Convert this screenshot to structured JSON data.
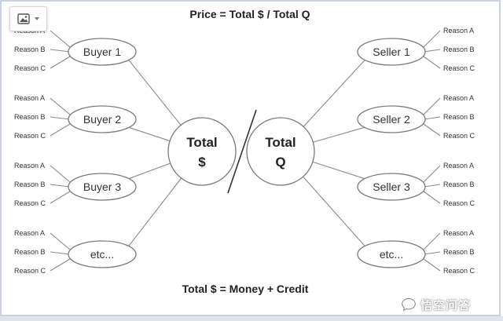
{
  "toolbar": {
    "image_icon": "image-icon",
    "dropdown_icon": "chevron-down-icon"
  },
  "diagram": {
    "title_top": "Price = Total $ / Total Q",
    "title_bottom": "Total $ = Money + Credit",
    "total_money": [
      "Total",
      "$"
    ],
    "total_q": [
      "Total",
      "Q"
    ],
    "buyers": [
      {
        "label": "Buyer 1",
        "reasons": [
          "Reason A",
          "Reason B",
          "Reason C"
        ]
      },
      {
        "label": "Buyer 2",
        "reasons": [
          "Reason A",
          "Reason B",
          "Reason C"
        ]
      },
      {
        "label": "Buyer 3",
        "reasons": [
          "Reason A",
          "Reason B",
          "Reason C"
        ]
      },
      {
        "label": "etc...",
        "reasons": [
          "Reason A",
          "Reason B",
          "Reason C"
        ]
      }
    ],
    "sellers": [
      {
        "label": "Seller 1",
        "reasons": [
          "Reason A",
          "Reason B",
          "Reason C"
        ]
      },
      {
        "label": "Seller 2",
        "reasons": [
          "Reason A",
          "Reason B",
          "Reason C"
        ]
      },
      {
        "label": "Seller 3",
        "reasons": [
          "Reason A",
          "Reason B",
          "Reason C"
        ]
      },
      {
        "label": "etc...",
        "reasons": [
          "Reason A",
          "Reason B",
          "Reason C"
        ]
      }
    ]
  },
  "watermark": {
    "text": "悟空问答"
  }
}
